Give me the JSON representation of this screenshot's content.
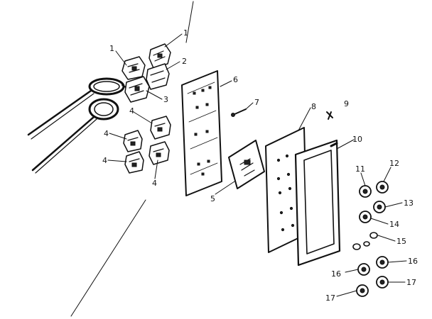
{
  "callouts": {
    "c1a": "1",
    "c1b": "1",
    "c2": "2",
    "c3": "3",
    "c4a": "4",
    "c4b": "4",
    "c4c": "4",
    "c4d": "4",
    "c5": "5",
    "c6": "6",
    "c7": "7",
    "c8": "8",
    "c9": "9",
    "c10": "10",
    "c11": "11",
    "c12": "12",
    "c13": "13",
    "c14": "14",
    "c15": "15",
    "c16a": "16",
    "c16b": "16",
    "c17a": "17",
    "c17b": "17"
  }
}
